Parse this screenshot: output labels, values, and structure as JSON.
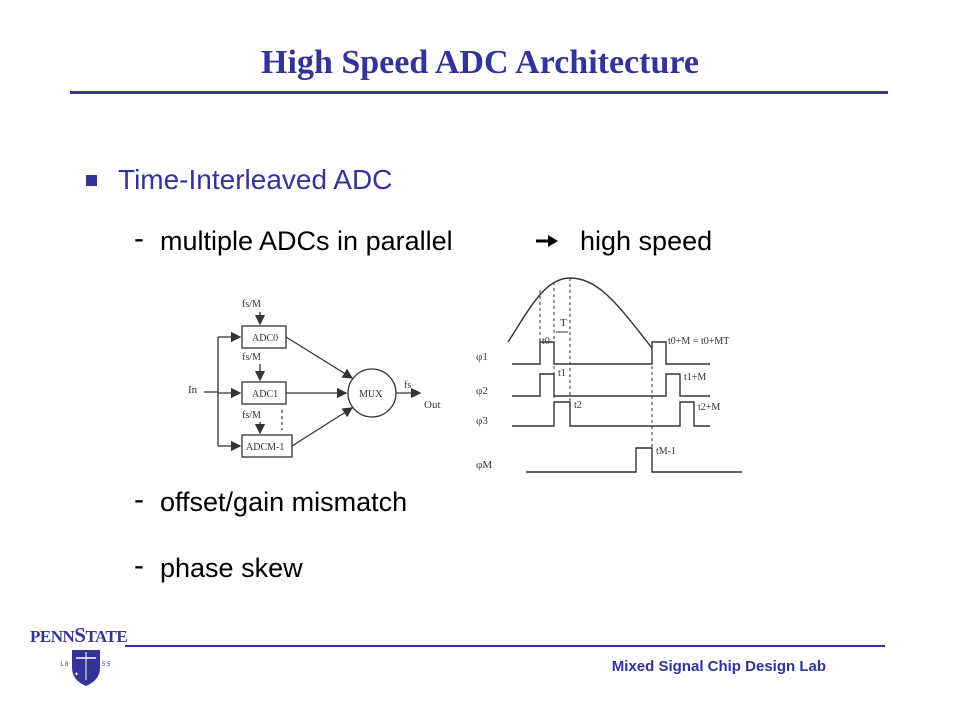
{
  "slide": {
    "title": "High Speed ADC Architecture",
    "bullet": "Time-Interleaved ADC",
    "dash_symbol": "-",
    "line1_left": "multiple ADCs in parallel",
    "line1_right": "high speed",
    "line2": "offset/gain mismatch",
    "line3": "phase skew",
    "footer": "Mixed Signal Chip Design Lab",
    "logo_text": "PENNSTATE",
    "logo_year": "1 8 5 5"
  },
  "block_diagram": {
    "clock_label": "fs/M",
    "adc0": "ADC0",
    "adc1": "ADC1",
    "adcm": "ADCM-1",
    "input_label": "In",
    "mux_label": "MUX",
    "out_label": "Out",
    "fs_label": "fs"
  },
  "timing_diagram": {
    "phi1": "φ1",
    "phi2": "φ2",
    "phi3": "φ3",
    "phim": "φM",
    "T_label": "T",
    "t0": "t0",
    "t1": "t1",
    "t2": "t2",
    "t0m": "t0+M = t0+MT",
    "t1m": "t1+M",
    "t2m": "t2+M",
    "tm1": "tM-1"
  },
  "colors": {
    "accent": "#333399",
    "text": "#000000"
  }
}
